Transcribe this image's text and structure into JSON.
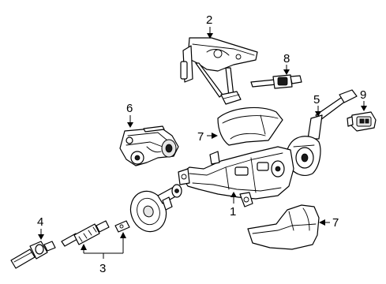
{
  "callouts": [
    {
      "id": "c1",
      "label": "1"
    },
    {
      "id": "c2",
      "label": "2"
    },
    {
      "id": "c3",
      "label": "3"
    },
    {
      "id": "c4",
      "label": "4"
    },
    {
      "id": "c5",
      "label": "5"
    },
    {
      "id": "c6",
      "label": "6"
    },
    {
      "id": "c7a",
      "label": "7"
    },
    {
      "id": "c7b",
      "label": "7"
    },
    {
      "id": "c8",
      "label": "8"
    },
    {
      "id": "c9",
      "label": "9"
    }
  ]
}
